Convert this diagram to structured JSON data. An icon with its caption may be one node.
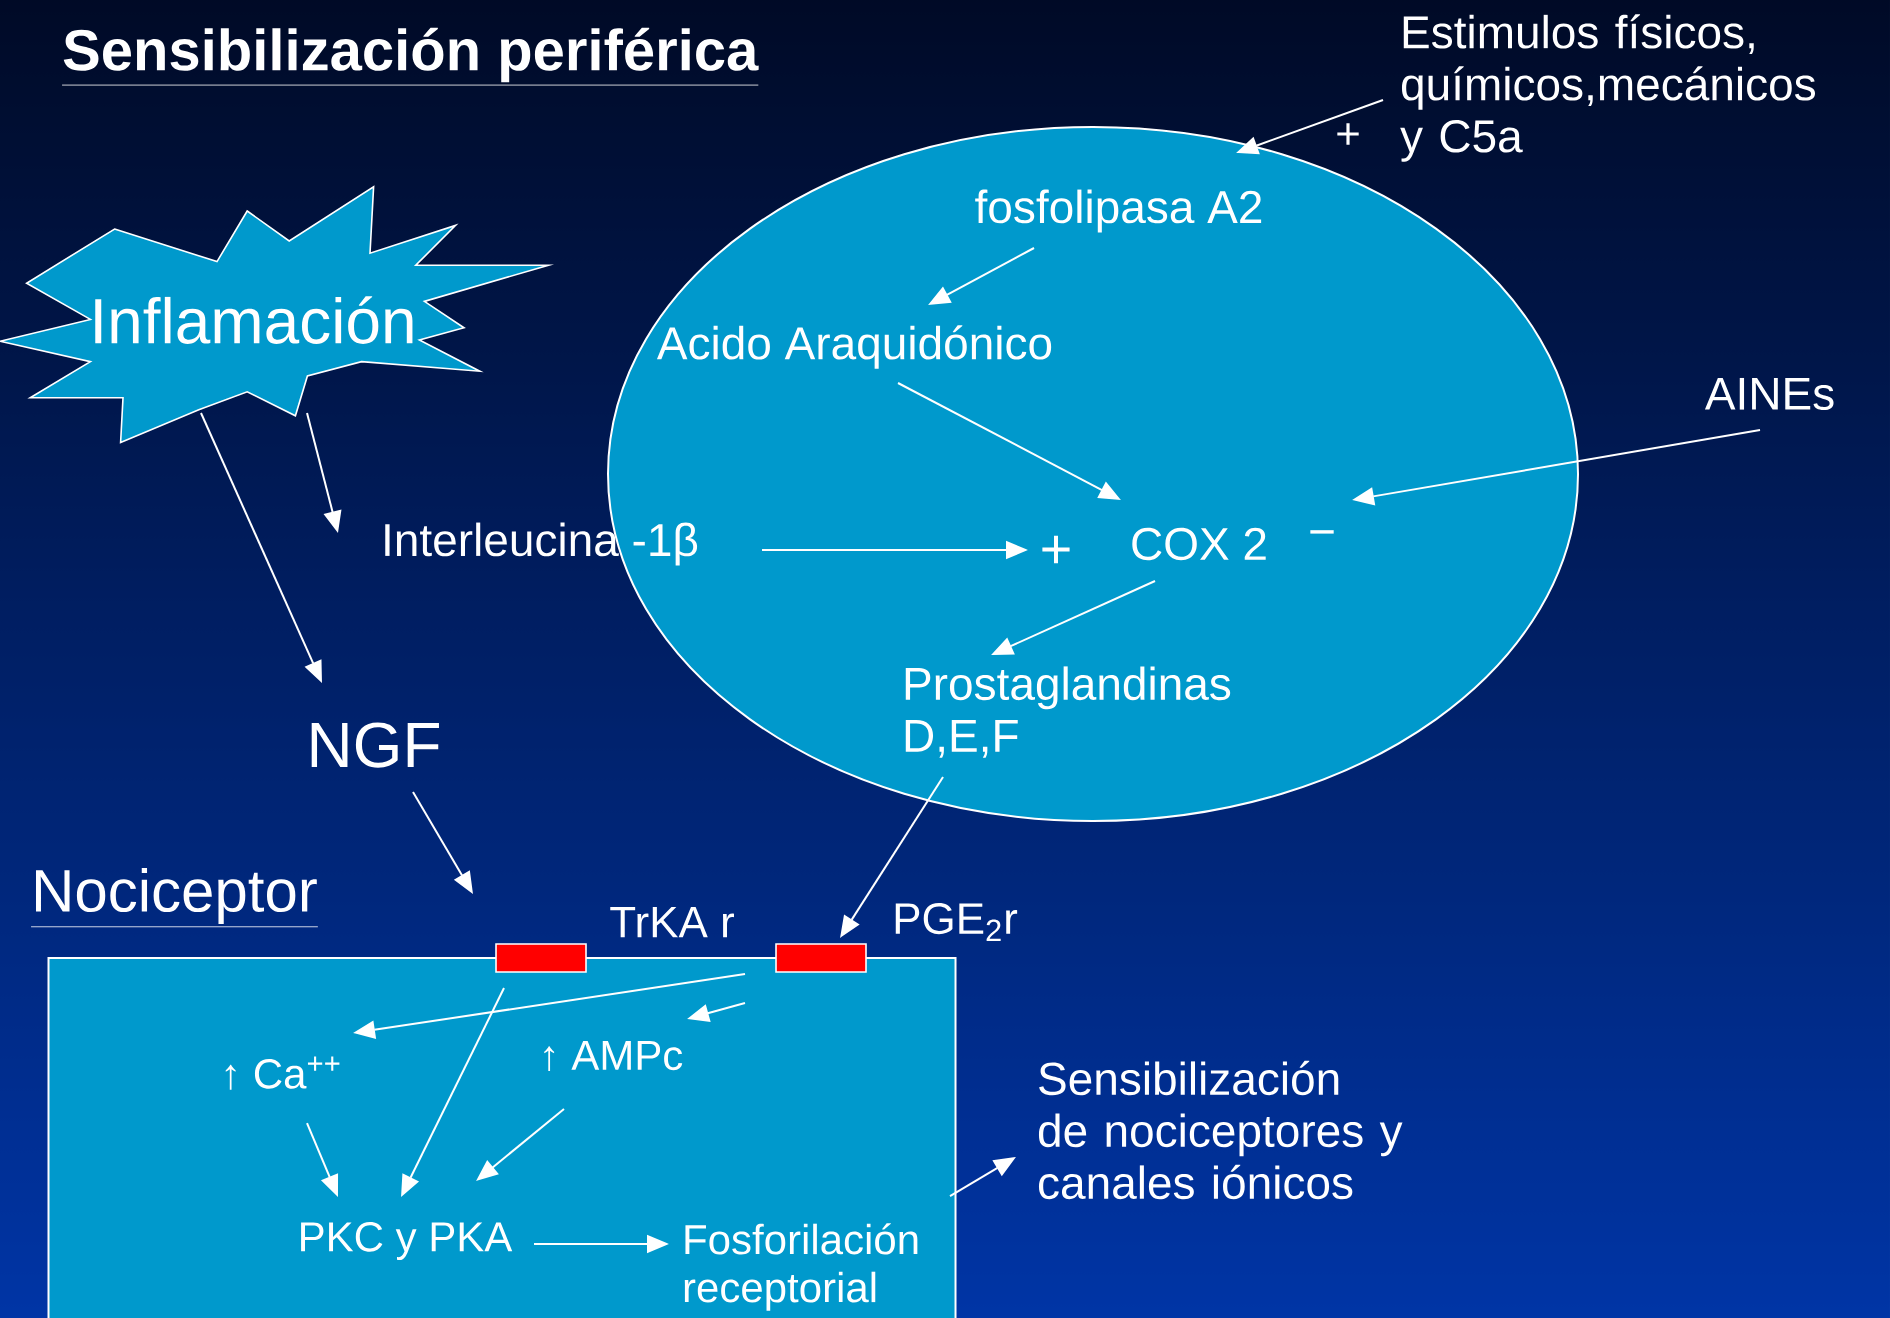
{
  "diagram": {
    "title": "Sensibilización periférica",
    "nodes": [
      {
        "text": [
          "Inflamación"
        ]
      },
      {
        "text": [],
        "shape": "ellipse"
      },
      {
        "text": [
          "Estimulos físicos, químicos,mecánicos y C5a"
        ]
      },
      {
        "text": [
          "fosfolipasa A2"
        ],
        "in": 1
      },
      {
        "text": [
          "Acido Araquidónico"
        ],
        "in": 1
      },
      {
        "text": [
          "Interleucina -1β"
        ]
      },
      {
        "text": [
          "COX 2"
        ],
        "in": 1
      },
      {
        "text": [
          "AINEs"
        ]
      },
      {
        "text": [
          "Prostaglandinas D,E,F"
        ],
        "in": 1
      },
      {
        "text": [
          "NGF"
        ]
      },
      {
        "text": [
          "Nociceptor"
        ]
      },
      {
        "text": [],
        "shape": "bar"
      },
      {
        "text": [],
        "shape": "bar",
        "beside": [
          "PGE$_{2}$r"
        ]
      },
      {
        "text": [
          "↑ Ca$^{++}$"
        ],
        "in": 10
      },
      {
        "text": [
          "↑ AMPc"
        ],
        "in": 10
      },
      {
        "text": [
          "PKC y PKA"
        ],
        "in": 10
      },
      {
        "text": [
          "Fosforilación receptorial"
        ],
        "in": 10
      },
      {
        "text": [
          "Sensibilización de nociceptores y canales iónicos"
        ]
      }
    ],
    "edges": [
      {
        "from": 2,
        "to": 1,
        "arrow": "to"
      },
      {
        "from": 3,
        "to": 4,
        "arrow": "to"
      },
      {
        "from": 4,
        "to": 6,
        "arrow": "to"
      },
      {
        "from": 5,
        "to": 6,
        "arrow": "to"
      },
      {
        "from": 7,
        "to": 6,
        "arrow": "to"
      },
      {
        "from": 6,
        "to": 8,
        "arrow": "to"
      },
      {
        "from": 0,
        "to": 5,
        "arrow": "to"
      },
      {
        "from": 0,
        "to": 9,
        "arrow": "to"
      },
      {
        "from": 9,
        "to": 11,
        "arrow": "to"
      },
      {
        "from": 8,
        "to": 12,
        "arrow": "to"
      },
      {
        "from": 12,
        "to": 13,
        "arrow": "to"
      },
      {
        "from": 12,
        "to": 14,
        "arrow": "to"
      },
      {
        "from": 11,
        "to": 15,
        "arrow": "to"
      },
      {
        "from": 13,
        "to": 15,
        "arrow": "to"
      },
      {
        "from": 14,
        "to": 15,
        "arrow": "to"
      },
      {
        "from": 15,
        "to": 16,
        "arrow": "to"
      },
      {
        "from": 10,
        "to": 17,
        "arrow": "to"
      }
    ],
    "labels": [
      "+",
      "−",
      "+",
      "TrKA r"
    ]
  }
}
